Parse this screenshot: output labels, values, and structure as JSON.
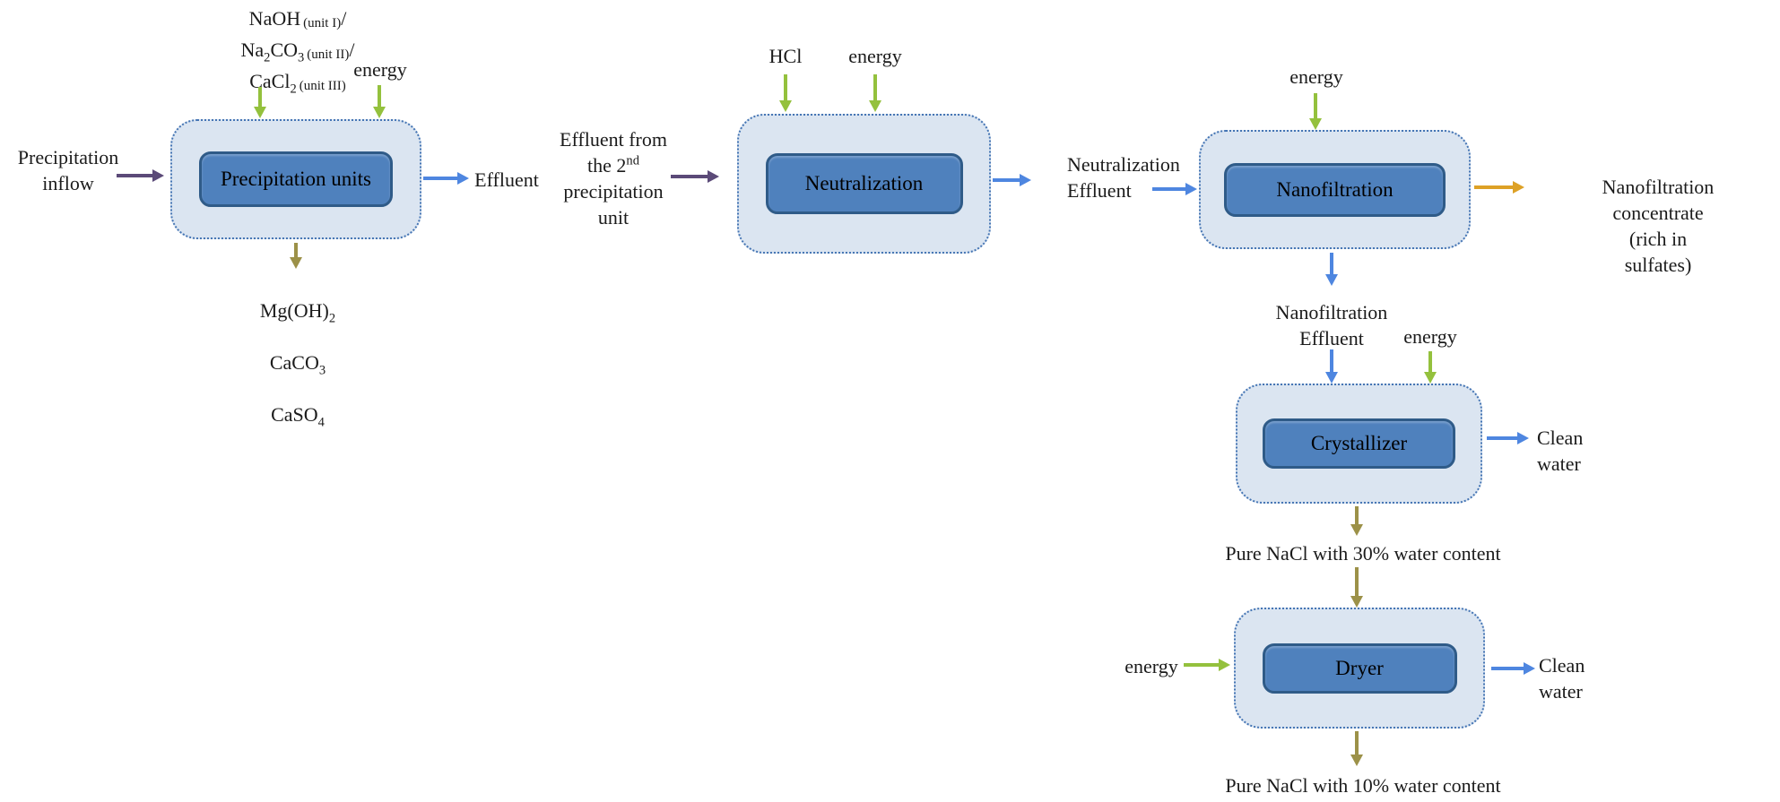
{
  "figure": {
    "units": [
      {
        "label": "Precipitation units"
      },
      {
        "label": "Neutralization"
      },
      {
        "label": "Nanofiltration"
      },
      {
        "label": "Crystallizer"
      },
      {
        "label": "Dryer"
      }
    ],
    "reagent_lines": [
      {
        "formula": "NaOH",
        "note": "(unit I)",
        "suffix": "/"
      },
      {
        "formula": "Na_2CO_3",
        "note": "(unit II)",
        "suffix": "/"
      },
      {
        "formula": "CaCl_2",
        "note": "(unit III)",
        "suffix": ""
      }
    ],
    "labels": {
      "energy": "energy",
      "hcl": "HCl",
      "precipitation_inflow": "Precipitation\ninflow",
      "effluent": "Effluent",
      "byproducts": [
        "Mg(OH)_2",
        "CaCO_3",
        "CaSO_4"
      ],
      "effluent_from_2nd": "Effluent from\nthe 2^nd\nprecipitation\nunit",
      "neutralization_effluent": "Neutralization\nEffluent",
      "nanofiltration_concentrate": "Nanofiltration concentrate\n(rich in sulfates)",
      "nanofiltration_effluent": "Nanofiltration\nEffluent",
      "clean_water": "Clean\nwater",
      "pure_nacl_30": "Pure NaCl with 30% water content",
      "pure_nacl_10": "Pure NaCl with 10% water content"
    },
    "colors": {
      "box_fill": "#dbe5f1",
      "box_border": "#4575b4",
      "inner_fill": "#4f81bd",
      "inner_border": "#2f5b88",
      "arrow_green": "#94c13d",
      "arrow_purple": "#5b4a78",
      "arrow_blue": "#4e86e0",
      "arrow_olive": "#9c9148",
      "arrow_orange": "#dda126"
    }
  }
}
